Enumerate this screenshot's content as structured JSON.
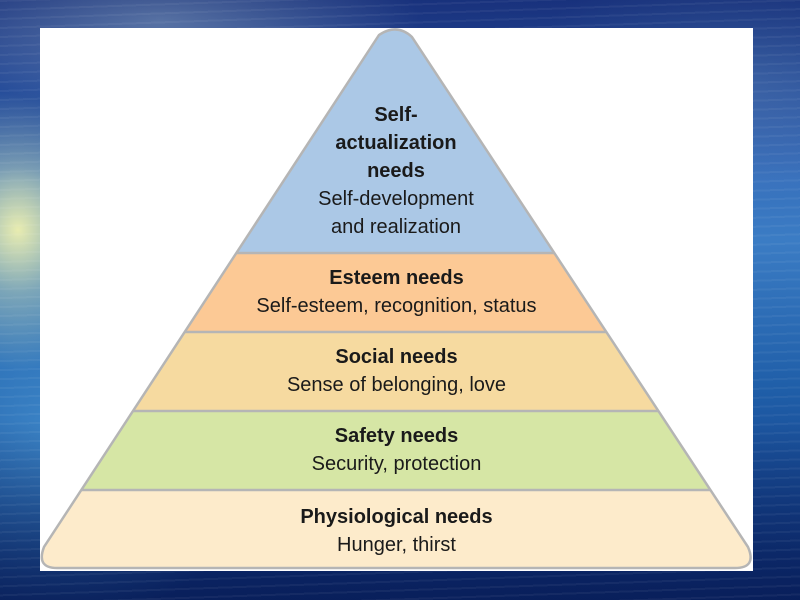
{
  "pyramid": {
    "levels": [
      {
        "id": "self-actualization",
        "title_lines": [
          "Self-",
          "actualization",
          "needs"
        ],
        "desc_lines": [
          "Self-development",
          "and realization"
        ],
        "color": "#abc8e6"
      },
      {
        "id": "esteem",
        "title": "Esteem needs",
        "desc": "Self-esteem, recognition, status",
        "color": "#fcc995"
      },
      {
        "id": "social",
        "title": "Social needs",
        "desc": "Sense of belonging, love",
        "color": "#f6daa0"
      },
      {
        "id": "safety",
        "title": "Safety needs",
        "desc": "Security, protection",
        "color": "#d6e6a5"
      },
      {
        "id": "physiological",
        "title": "Physiological needs",
        "desc": "Hunger, thirst",
        "color": "#fdebcb"
      }
    ],
    "outline_color": "#b5b5b5"
  }
}
